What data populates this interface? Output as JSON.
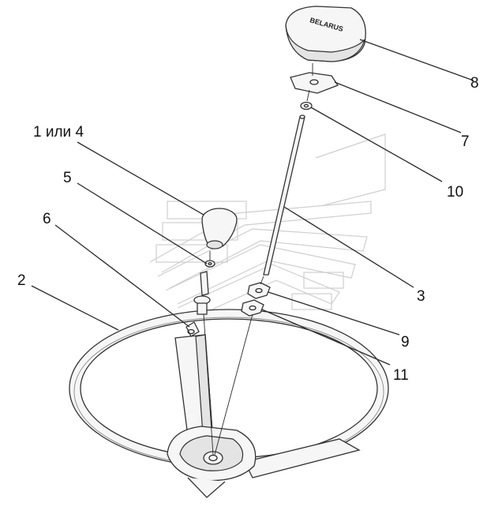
{
  "diagram": {
    "labels": {
      "l1or4": "1 или 4",
      "l2": "2",
      "l3": "3",
      "l5": "5",
      "l6": "6",
      "l7": "7",
      "l8": "8",
      "l9": "9",
      "l10": "10",
      "l11": "11"
    },
    "cap_lettering": "BELARUS"
  }
}
